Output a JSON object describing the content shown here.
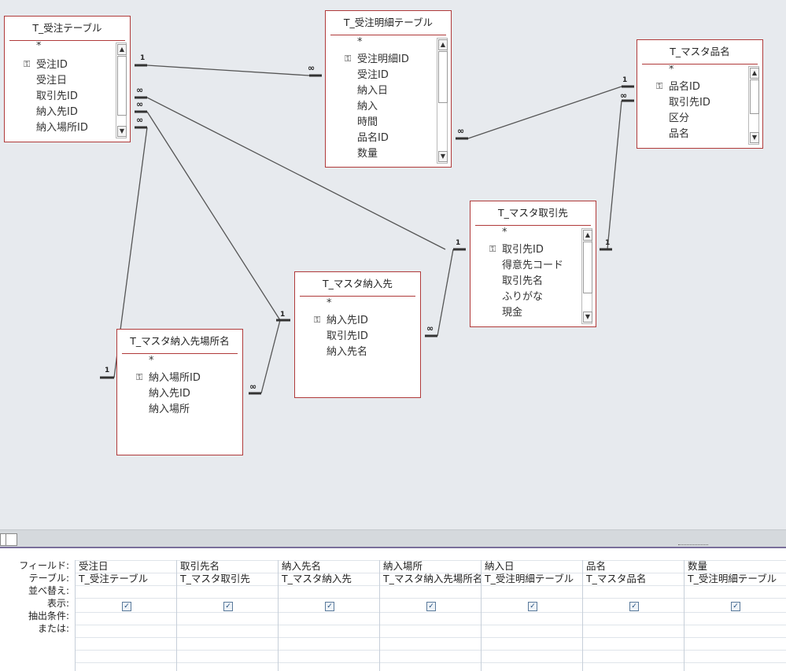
{
  "colors": {
    "accent": "#b03a3a",
    "canvas": "#e7eaee",
    "splitter": "#7a6f9b"
  },
  "star": "*",
  "key_icon": "key-icon",
  "rel": {
    "one": "1",
    "many": "∞"
  },
  "tables": {
    "juchu": {
      "title": "T_受注テーブル",
      "fields": [
        "受注ID",
        "受注日",
        "取引先ID",
        "納入先ID",
        "納入場所ID",
        "…"
      ]
    },
    "meisai": {
      "title": "T_受注明細テーブル",
      "fields": [
        "受注明細ID",
        "受注ID",
        "納入日",
        "納入",
        "時間",
        "品名ID",
        "数量"
      ]
    },
    "hinmei": {
      "title": "T_マスタ品名",
      "fields": [
        "品名ID",
        "取引先ID",
        "区分",
        "品名"
      ]
    },
    "torihiki": {
      "title": "T_マスタ取引先",
      "fields": [
        "取引先ID",
        "得意先コード",
        "取引先名",
        "ふりがな",
        "現金"
      ]
    },
    "nounyu": {
      "title": "T_マスタ納入先",
      "fields": [
        "納入先ID",
        "取引先ID",
        "納入先名"
      ]
    },
    "basho": {
      "title": "T_マスタ納入先場所名",
      "fields": [
        "納入場所ID",
        "納入先ID",
        "納入場所"
      ]
    }
  },
  "grid": {
    "row_labels": [
      "フィールド:",
      "テーブル:",
      "並べ替え:",
      "表示:",
      "抽出条件:",
      "または:"
    ],
    "columns": [
      {
        "field": "受注日",
        "table": "T_受注テーブル",
        "show": true
      },
      {
        "field": "取引先名",
        "table": "T_マスタ取引先",
        "show": true
      },
      {
        "field": "納入先名",
        "table": "T_マスタ納入先",
        "show": true
      },
      {
        "field": "納入場所",
        "table": "T_マスタ納入先場所名",
        "show": true
      },
      {
        "field": "納入日",
        "table": "T_受注明細テーブル",
        "show": true
      },
      {
        "field": "品名",
        "table": "T_マスタ品名",
        "show": true
      },
      {
        "field": "数量",
        "table": "T_受注明細テーブル",
        "show": true
      }
    ],
    "check_glyph": "✓"
  }
}
